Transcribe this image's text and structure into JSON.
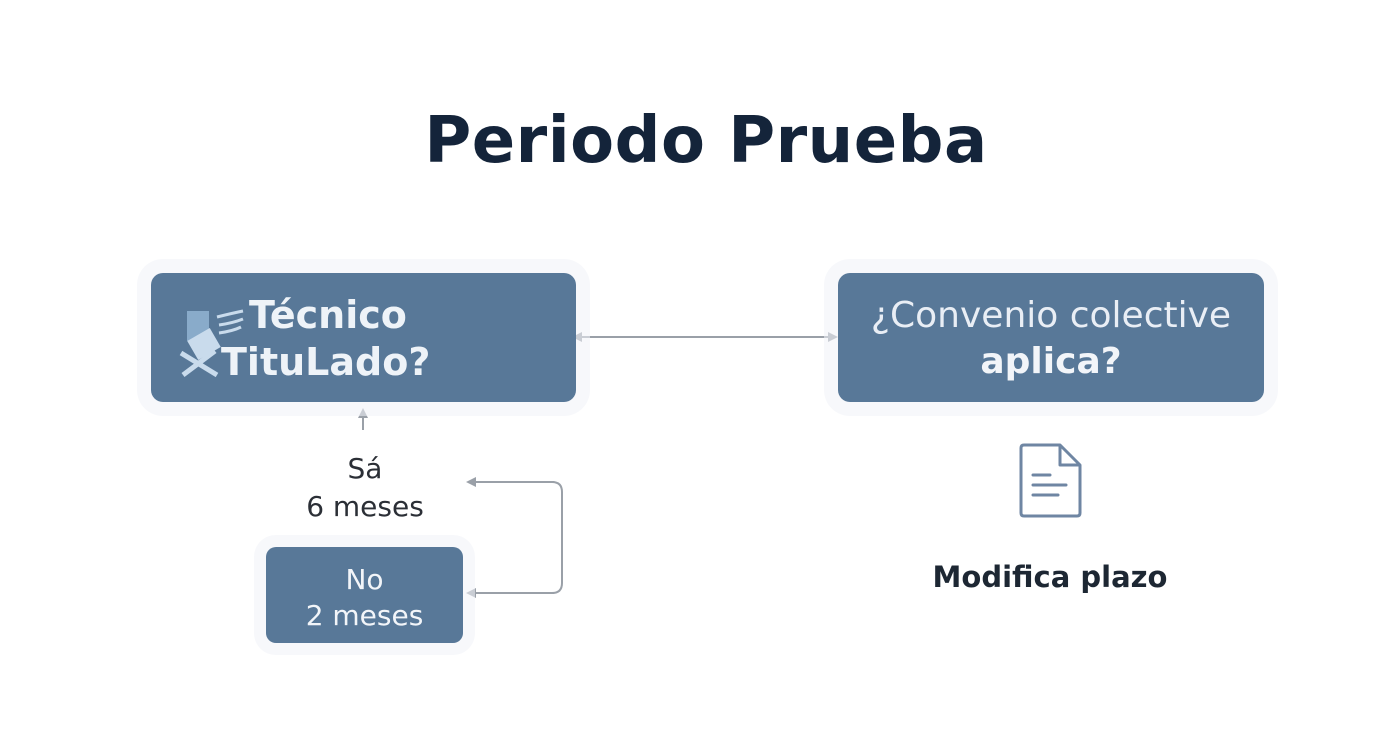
{
  "title": "Periodo Prueba",
  "nodes": {
    "tecnico": {
      "line1": "Técnico",
      "line2": "TituLado?"
    },
    "convenio": {
      "line1": "¿Convenio colective",
      "line2": "aplica?"
    },
    "no": {
      "line1": "No",
      "line2": "2 meses"
    }
  },
  "yes_label": {
    "line1": "Sá",
    "line2": "6 meses"
  },
  "modifica": "Modifica plazo",
  "icons": {
    "tecnico": "graduation-tools-icon",
    "document": "document-icon"
  },
  "colors": {
    "box": "#587898",
    "title": "#14243a",
    "arrow": "#9aa0a8"
  }
}
